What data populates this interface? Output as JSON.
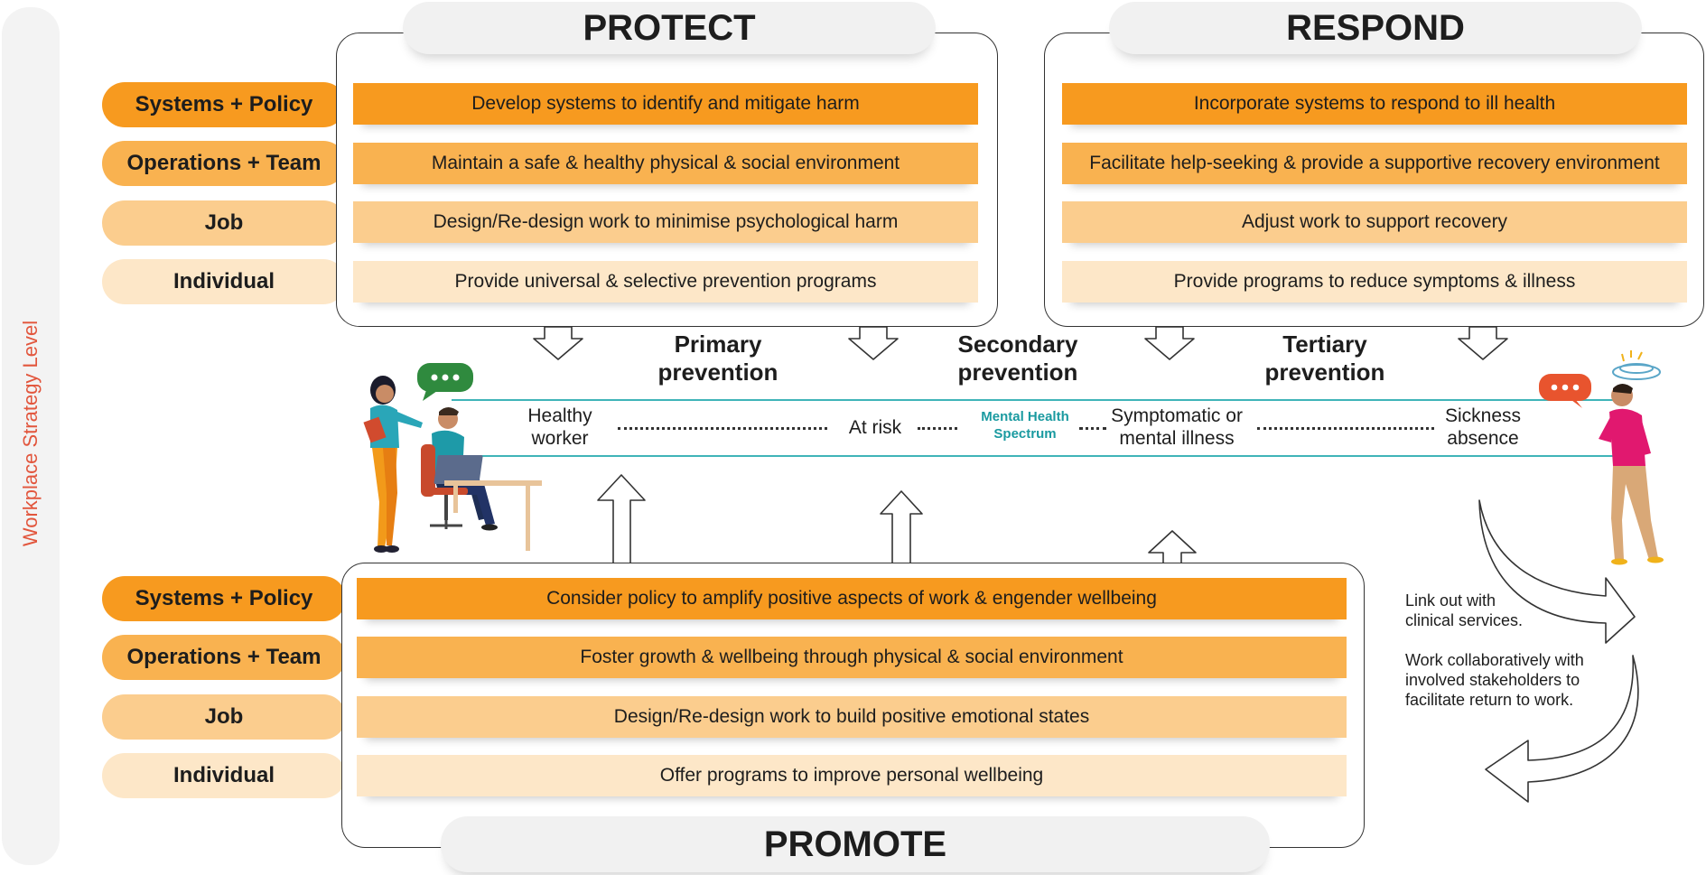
{
  "side_label": "Workplace Strategy Level",
  "levels": [
    {
      "label": "Systems + Policy"
    },
    {
      "label": "Operations + Team"
    },
    {
      "label": "Job"
    },
    {
      "label": "Individual"
    }
  ],
  "protect": {
    "title": "PROTECT",
    "items": [
      "Develop systems to identify and mitigate harm",
      "Maintain a safe & healthy physical & social environment",
      "Design/Re-design work to minimise psychological harm",
      "Provide universal & selective prevention programs"
    ]
  },
  "respond": {
    "title": "RESPOND",
    "items": [
      "Incorporate systems to respond to ill health",
      "Facilitate help-seeking & provide a supportive recovery environment",
      "Adjust work to support recovery",
      "Provide programs to reduce symptoms & illness"
    ]
  },
  "promote": {
    "title": "PROMOTE",
    "items": [
      "Consider policy to amplify positive aspects of work & engender wellbeing",
      "Foster growth & wellbeing through physical & social environment",
      "Design/Re-design work to build positive emotional states",
      "Offer programs to improve personal wellbeing"
    ]
  },
  "prevention": {
    "primary": [
      "Primary",
      "prevention"
    ],
    "secondary": [
      "Secondary",
      "prevention"
    ],
    "tertiary": [
      "Tertiary",
      "prevention"
    ]
  },
  "spectrum": {
    "label": [
      "Mental Health",
      "Spectrum"
    ],
    "healthy": [
      "Healthy",
      "worker"
    ],
    "at_risk": "At risk",
    "symptomatic": [
      "Symptomatic or",
      "mental illness"
    ],
    "sickness": [
      "Sickness",
      "absence"
    ]
  },
  "notes": {
    "link_out": [
      "Link out with",
      "clinical services."
    ],
    "collaborate": [
      "Work collaboratively with",
      "involved stakeholders to",
      "facilitate return to work."
    ]
  },
  "colors": {
    "level1": "#f79a1f",
    "level2": "#f9b250",
    "level3": "#fbcd8e",
    "level4": "#fde7c8",
    "spectrum_line": "#3fb4b8",
    "side_label": "#e2563d"
  }
}
